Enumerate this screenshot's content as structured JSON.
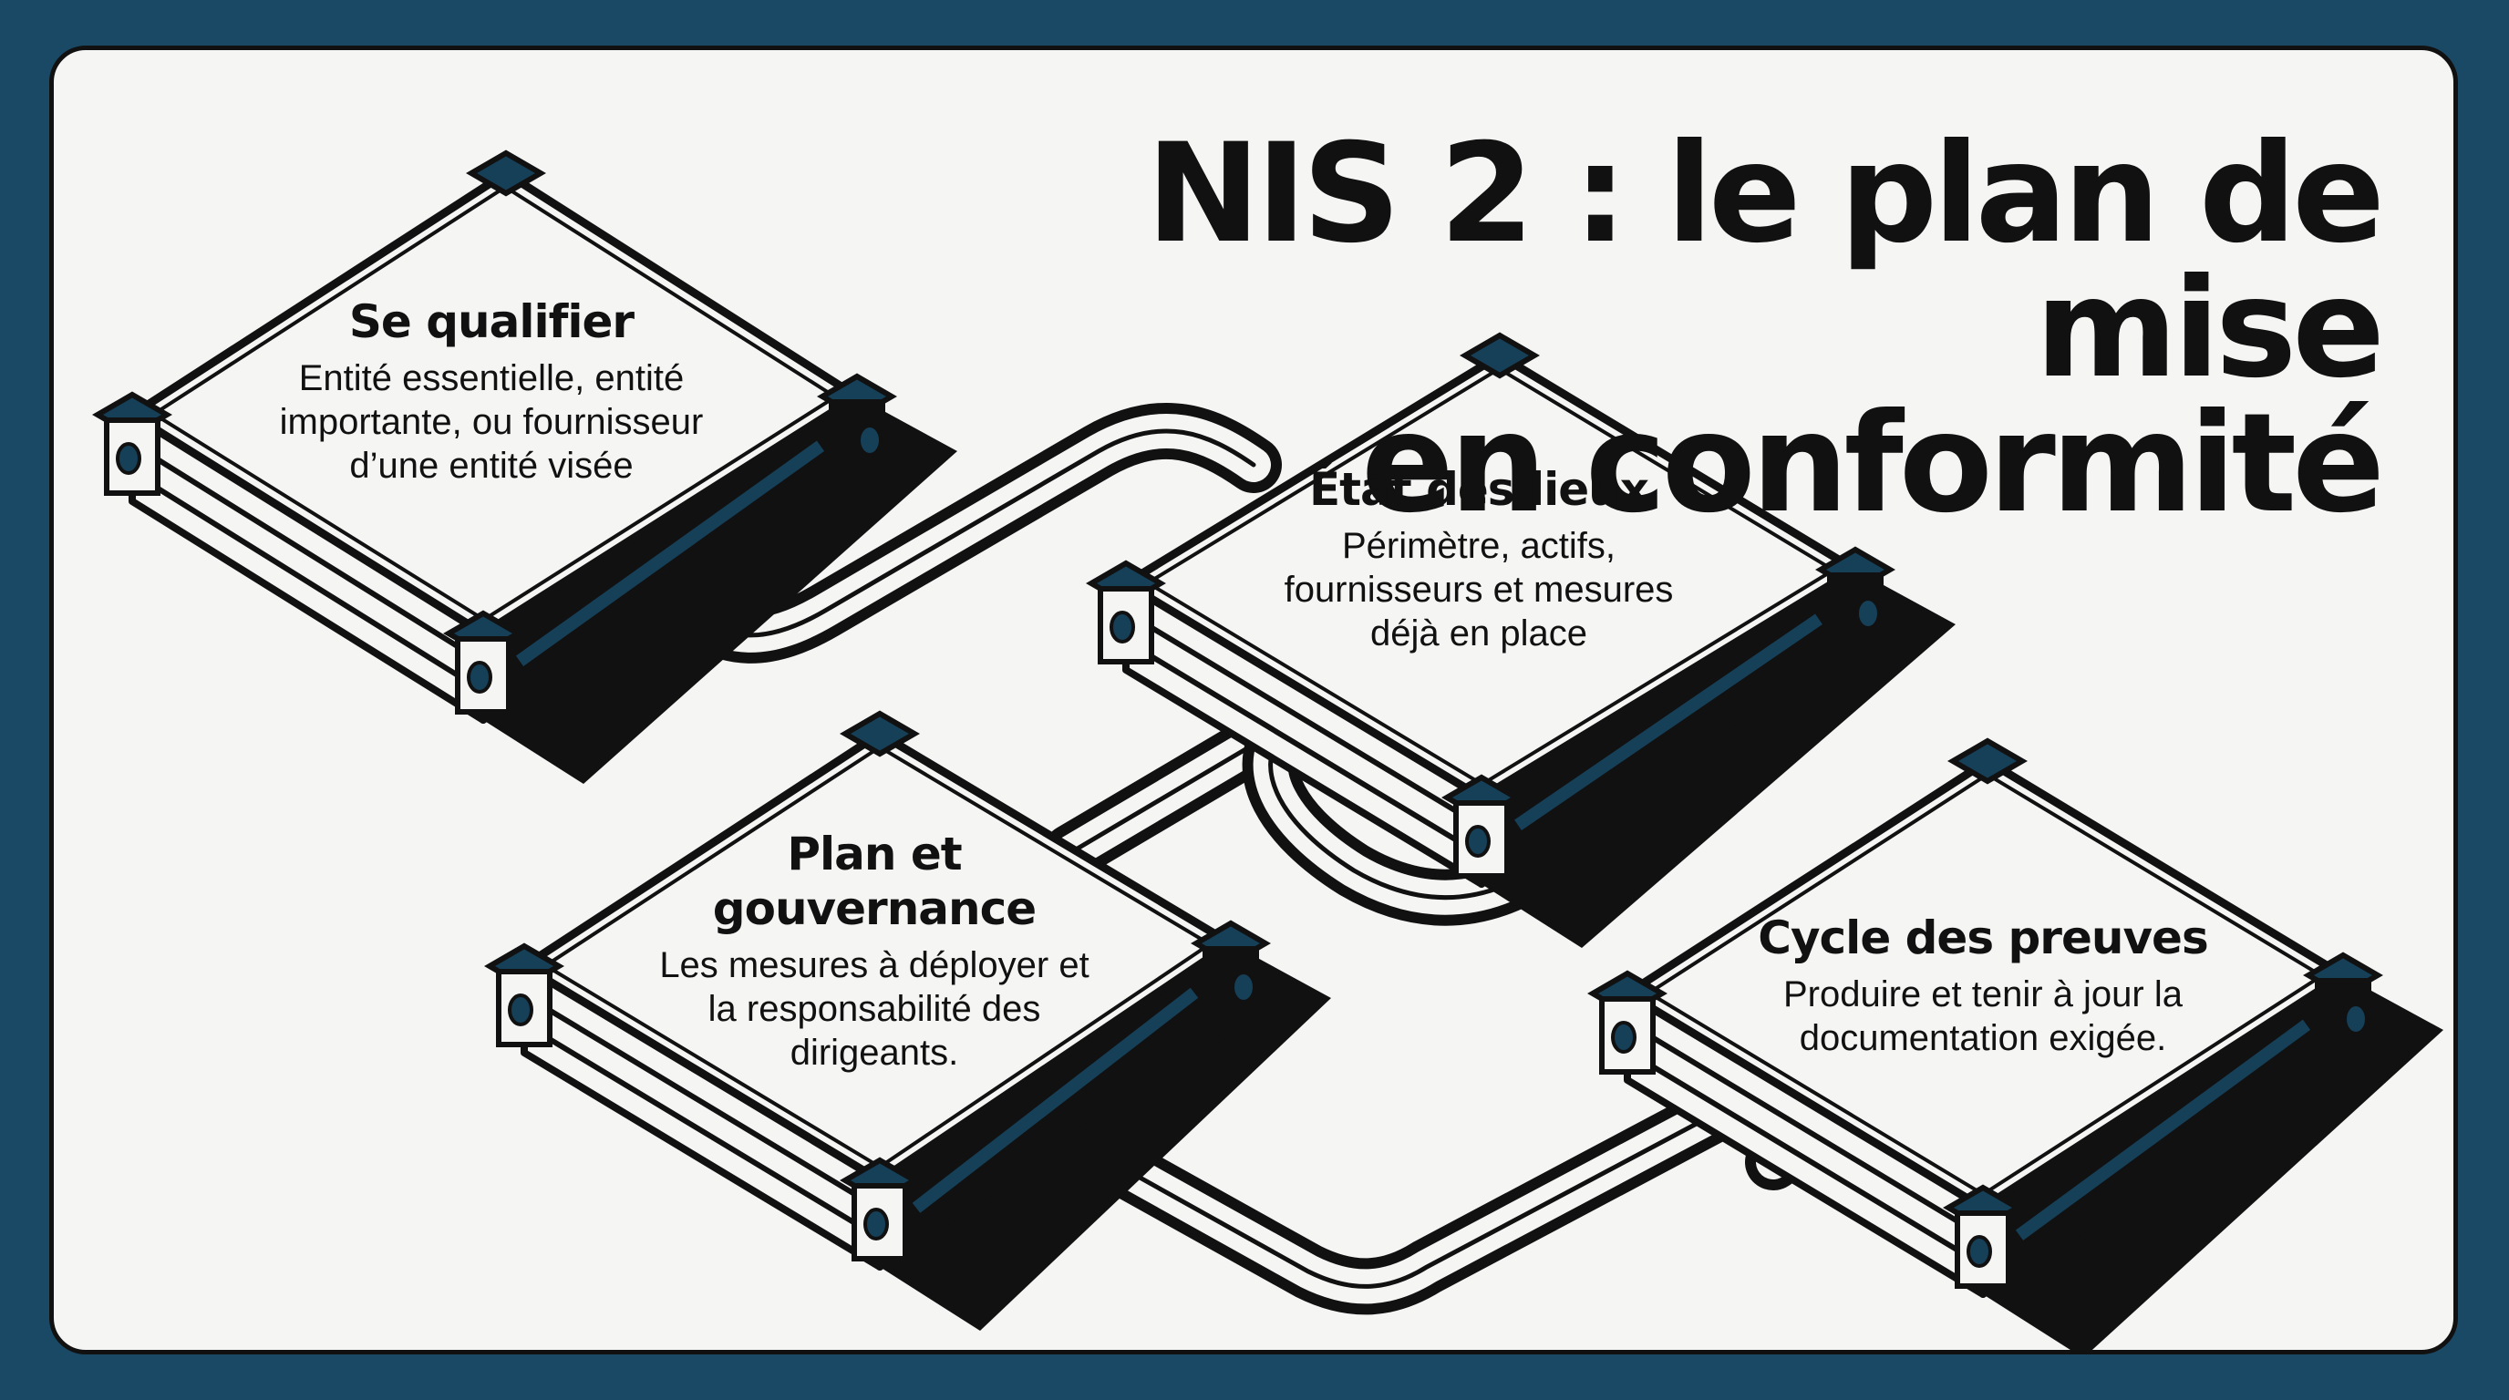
{
  "title": {
    "line1": "NIS 2 : le plan de mise",
    "line2": "en conformité"
  },
  "steps": [
    {
      "title": "Se qualifier",
      "desc": [
        "Entité essentielle, entité",
        "importante, ou fournisseur",
        "d’une entité visée"
      ]
    },
    {
      "title": "État des lieux",
      "desc": [
        "Périmètre, actifs,",
        "fournisseurs et mesures",
        "déjà en place"
      ]
    },
    {
      "title": [
        "Plan et",
        "gouvernance"
      ],
      "desc": [
        "Les mesures à déployer et",
        "la responsabilité des",
        "dirigeants."
      ]
    },
    {
      "title": "Cycle des preuves",
      "desc": [
        "Produire et tenir à jour la",
        "documentation exigée."
      ]
    }
  ],
  "colors": {
    "frame": "#1a4966",
    "accent": "#163f58",
    "ink": "#111111",
    "paper": "#f5f5f4"
  }
}
